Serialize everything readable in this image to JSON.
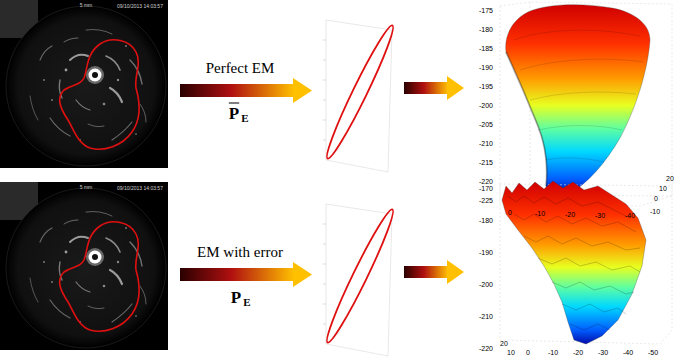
{
  "diagram": {
    "labels": [
      "5 mm",
      "09/10/2013 14:03:57",
      "Perfect EM",
      "P",
      "E",
      "-175",
      "-180",
      "-185",
      "-190",
      "-195",
      "-200",
      "-205",
      "-210",
      "-215",
      "-220",
      "-225",
      "0",
      "-10",
      "-20",
      "-30",
      "-40",
      "20",
      "10",
      "0",
      "-10",
      "5 mm",
      "09/10/2013 14:03:57",
      "EM with error",
      "P",
      "E",
      "-170",
      "-180",
      "-190",
      "-200",
      "-210",
      "-220",
      "0",
      "-10",
      "-20",
      "-30",
      "-40",
      "-50",
      "20",
      "10"
    ]
  }
}
